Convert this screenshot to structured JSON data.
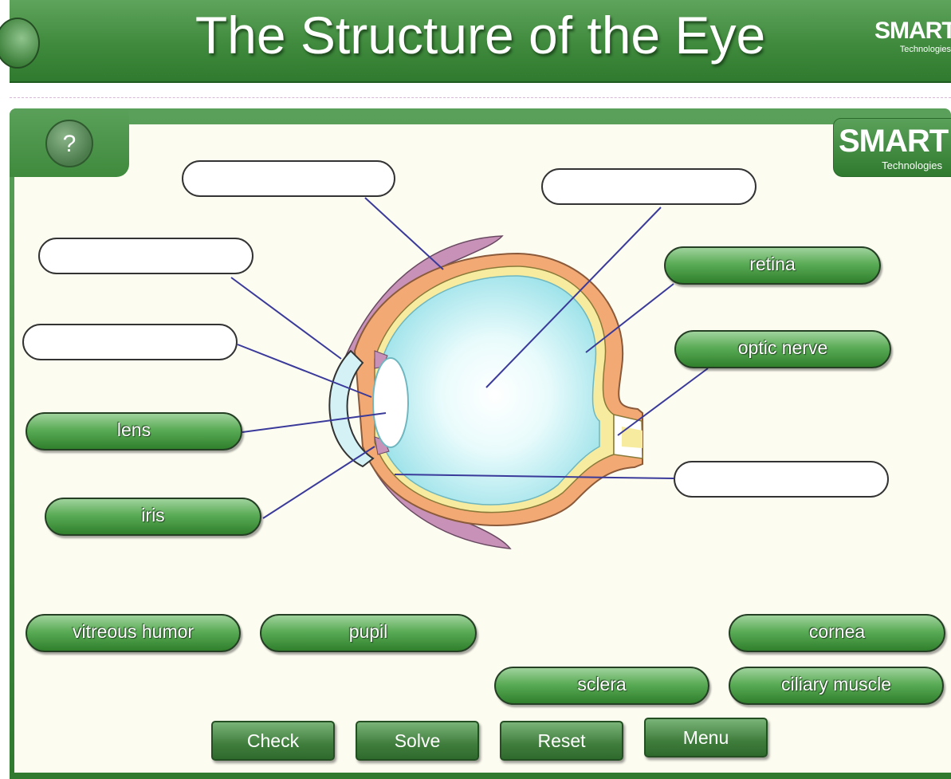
{
  "header": {
    "title": "The Structure of the Eye",
    "logo_word": "SMART",
    "logo_sub": "Technologies"
  },
  "panel": {
    "help_symbol": "?",
    "logo_word": "SMART",
    "logo_sub": "Technologies"
  },
  "diagram": {
    "description_icon": "eye-cross-section"
  },
  "placed_labels": {
    "lens": "lens",
    "iris": "iris",
    "retina": "retina",
    "optic_nerve": "optic nerve"
  },
  "label_bank": [
    "vitreous humor",
    "pupil",
    "cornea",
    "sclera",
    "ciliary muscle"
  ],
  "controls": {
    "check": "Check",
    "solve": "Solve",
    "reset": "Reset",
    "menu": "Menu"
  },
  "colors": {
    "accent_green": "#3f8a3d",
    "panel_bg": "#fdfcf1",
    "leader_line": "#3a3a9a"
  }
}
